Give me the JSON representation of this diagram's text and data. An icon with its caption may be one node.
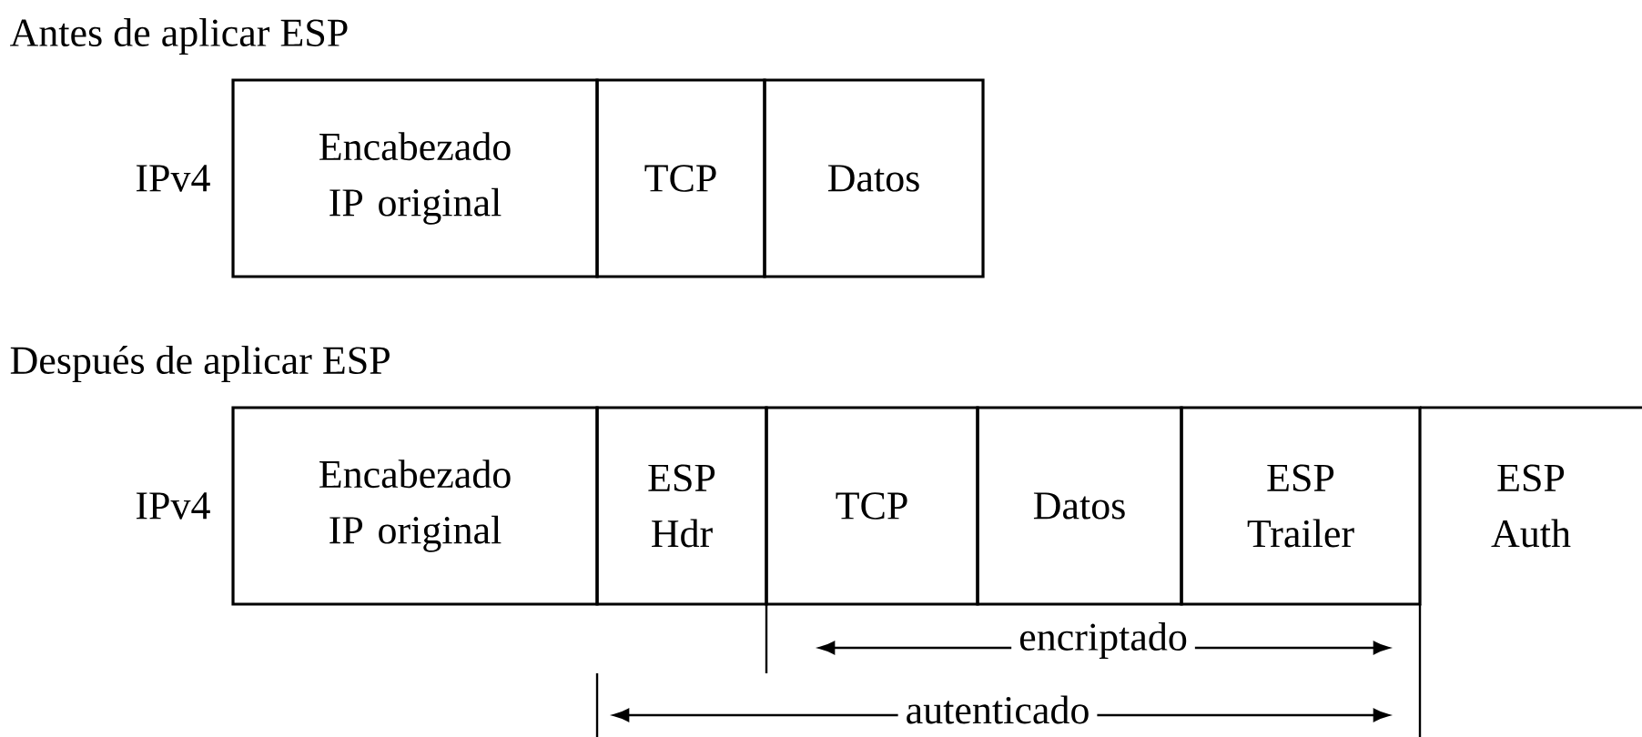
{
  "diagram": {
    "nodes": [
      {
        "text": [
          "Encabezado IP original"
        ]
      },
      {
        "text": [
          "TCP"
        ]
      },
      {
        "text": [
          "Datos"
        ]
      },
      {
        "text": [
          "Encabezado IP original"
        ]
      },
      {
        "text": [
          "ESP Hdr"
        ]
      },
      {
        "text": [
          "TCP"
        ]
      },
      {
        "text": [
          "Datos"
        ]
      },
      {
        "text": [
          "ESP Trailer"
        ]
      },
      {
        "text": [
          "ESP Auth"
        ]
      }
    ],
    "labels": [
      "Antes de aplicar ESP",
      "IPv4",
      "Después de aplicar ESP",
      "IPv4",
      "encriptado",
      "autenticado"
    ]
  }
}
